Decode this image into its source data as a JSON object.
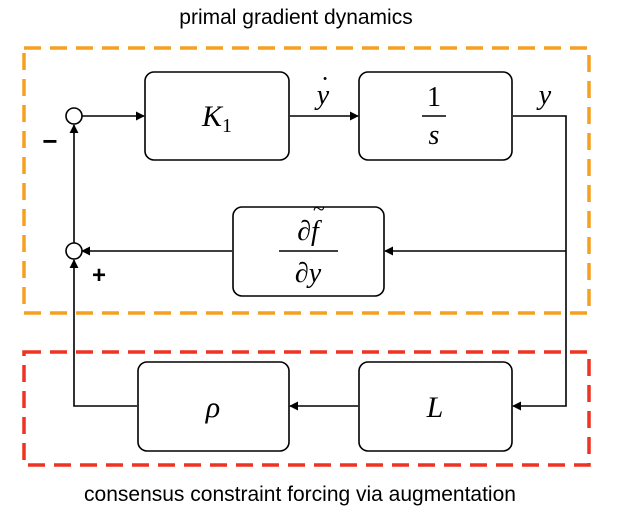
{
  "top_caption": "primal gradient dynamics",
  "bottom_caption": "consensus constraint forcing via augmentation",
  "colors": {
    "orange_frame": "#F5A020",
    "red_frame": "#EE3322",
    "line": "#000000"
  },
  "blocks": {
    "k1": {
      "symbol": "K",
      "subscript": "1"
    },
    "integrator": {
      "numerator": "1",
      "denominator": "s"
    },
    "gradient": {
      "numerator_d": "∂",
      "numerator_f": "f",
      "tilde": "~",
      "denominator": "∂y"
    },
    "L": {
      "symbol": "L"
    },
    "rho": {
      "symbol": "ρ"
    }
  },
  "signals": {
    "ydot": "y",
    "ydot_mark": "˙",
    "y": "y"
  },
  "signs": {
    "minus": "−",
    "plus": "+"
  }
}
